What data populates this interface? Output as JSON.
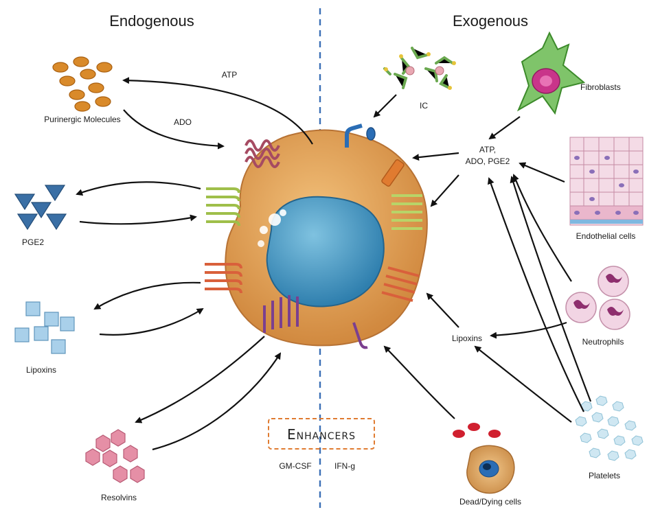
{
  "headers": {
    "left": "Endogenous",
    "right": "Exogenous"
  },
  "left_labels": {
    "atp": "ATP",
    "ado": "ADO",
    "purinergic": "Purinergic Molecules",
    "pge2": "PGE2",
    "lipoxins": "Lipoxins",
    "resolvins": "Resolvins"
  },
  "right_labels": {
    "ic": "IC",
    "fibroblasts": "Fibroblasts",
    "mediators_line1": "ATP,",
    "mediators_line2": "ADO, PGE2",
    "endothelial": "Endothelial cells",
    "neutrophils": "Neutrophils",
    "lipoxins": "Lipoxins",
    "platelets": "Platelets",
    "dead_cells": "Dead/Dying cells"
  },
  "enhancers": {
    "title": "Enhancers",
    "item1": "GM-CSF",
    "item2": "IFN-g"
  },
  "colors": {
    "divider": "#3b6fb6",
    "cell_body": "#e0a45c",
    "nucleus": "#4a9cc4",
    "enhancer_box": "#e07b30",
    "receptor_purple": "#7b3f8f",
    "receptor_green": "#b8d468",
    "receptor_red": "#d9603b",
    "receptor_pink": "#c2607a"
  }
}
